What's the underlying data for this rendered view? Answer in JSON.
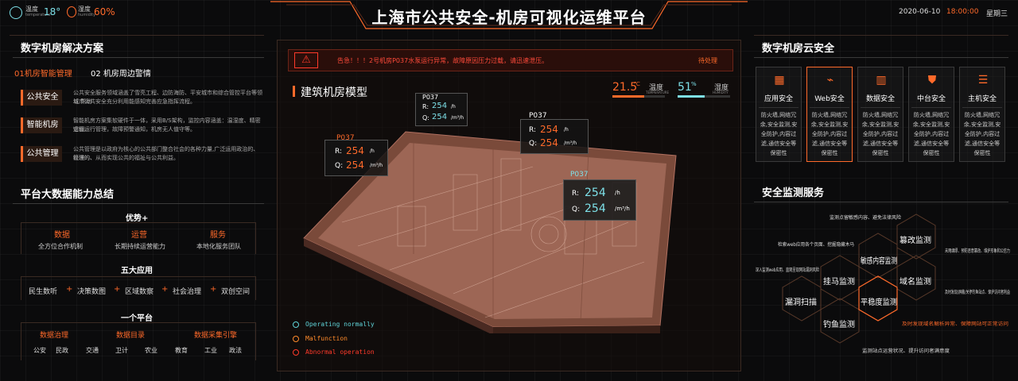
{
  "header": {
    "title": "上海市公共安全-机房可视化运维平台",
    "temperature_label": "温度",
    "temperature_sub": "temperature",
    "temperature_value": "18°",
    "humidity_label": "湿度",
    "humidity_sub": "humidity",
    "humidity_value": "60%",
    "date": "2020-06-10",
    "time": "18:00:00",
    "weekday": "星期三"
  },
  "left": {
    "solutions_title": "数字机房解决方案",
    "tab1": "01机房智能管理",
    "tab2": "02 机房周边警情",
    "items": [
      {
        "tag": "公共安全",
        "text1": "公共安全服务领域涵盖了雪亮工程、边防海防、平安城市和综合管控平台等领域,帮助",
        "text2": "城市公共安全充分利用能感知完善应急指挥流程。"
      },
      {
        "tag": "智能机房",
        "text1": "智能机房方案集软硬件于一体，采用B/S架构，监控内容涵盖：温湿度、精密空调、",
        "text2": "远程运行管理，故障预警通知，机房无人值守等。"
      },
      {
        "tag": "公共管理",
        "text1": "公共管理是以政府为核心的公共部门整合社会的各种力量,广泛运用政治的、经济的、",
        "text2": "管理的、从而实现公共的福祉与公共利益。"
      }
    ],
    "capability_title": "平台大数据能力总结",
    "advantage_title": "优势+",
    "advantages": [
      {
        "name": "数据",
        "desc": "全方位合作机制"
      },
      {
        "name": "运营",
        "desc": "长期持续运营能力"
      },
      {
        "name": "服务",
        "desc": "本地化服务团队"
      }
    ],
    "apps_title": "五大应用",
    "apps": [
      "民生数听",
      "决策数图",
      "区域数察",
      "社会治理",
      "双创空间"
    ],
    "platform_title": "一个平台",
    "platform_items": [
      "数据治理",
      "数据目录",
      "数据采集引擎"
    ],
    "platform_sub": [
      "公安",
      "民政",
      "交通",
      "卫计",
      "农业",
      "教育",
      "工业",
      "政法"
    ]
  },
  "center": {
    "alert_text": "告急！！！2号机房P037水泵运行异常，故障原因压力过载，请迅速泄压。",
    "alert_status": "待处理",
    "model_title": "建筑机房模型",
    "temp_value": "21.5",
    "temp_unit": "℃",
    "temp_label": "温度",
    "temp_sub": "TEMPERATURE",
    "hum_value": "51",
    "hum_unit": "%",
    "hum_label": "湿度",
    "hum_sub": "HUMIDITY",
    "popups": [
      {
        "id": "P037",
        "r_label": "R:",
        "r": "254",
        "r_unit": "/h",
        "q_label": "Q:",
        "q": "254",
        "q_unit": "/m³/h"
      },
      {
        "id": "P037",
        "r_label": "R:",
        "r": "254",
        "r_unit": "/h",
        "q_label": "Q:",
        "q": "254",
        "q_unit": "/m³/h"
      },
      {
        "id": "P037",
        "r_label": "R:",
        "r": "254",
        "r_unit": "/h",
        "q_label": "Q:",
        "q": "254",
        "q_unit": "/m³/h"
      },
      {
        "id": "P037",
        "r_label": "R:",
        "r": "254",
        "r_unit": "/h",
        "q_label": "Q:",
        "q": "254",
        "q_unit": "/m³/h"
      }
    ],
    "legend": [
      {
        "label": "Operating normally",
        "color": "#5fd3d8"
      },
      {
        "label": "Malfunction",
        "color": "#ff8a2a"
      },
      {
        "label": "Abnormal operation",
        "color": "#ff3a2a"
      }
    ]
  },
  "right": {
    "cloud_title": "数字机房云安全",
    "cards": [
      {
        "icon": "▦",
        "label": "应用安全",
        "desc": "防火墙,网络冗余,安全监测,安全防护,内容过滤,通信安全等保密性"
      },
      {
        "icon": "⌁",
        "label": "Web安全",
        "desc": "防火墙,网络冗余,安全监测,安全防护,内容过滤,通信安全等保密性"
      },
      {
        "icon": "▥",
        "label": "数据安全",
        "desc": "防火墙,网络冗余,安全监测,安全防护,内容过滤,通信安全等保密性"
      },
      {
        "icon": "⛊",
        "label": "中台安全",
        "desc": "防火墙,网络冗余,安全监测,安全防护,内容过滤,通信安全等保密性"
      },
      {
        "icon": "☰",
        "label": "主机安全",
        "desc": "防火墙,网络冗余,安全监测,安全防护,内容过滤,通信安全等保密性"
      }
    ],
    "monitor_title": "安全监测服务",
    "hexes": [
      "篡改监测",
      "敏感内容监测",
      "域名监测",
      "挂马监测",
      "漏洞扫描",
      "平稳度监测",
      "钓鱼监测"
    ],
    "notes": [
      "监测点留敏感内容、避免法律风险",
      "检索web应用各个页面、挖掘隐藏木马",
      "深入监测web应用、直观呈现网站漏洞风险",
      "未雨绸缪、预防恶意篡改、维护形象和公信力",
      "及时发现/屏蔽/关停钓鱼站点、保护访问者利益",
      "及时发现域名解析异常、保障网站可正常访问",
      "监测站点运营状况、提升访问者满意度"
    ]
  }
}
